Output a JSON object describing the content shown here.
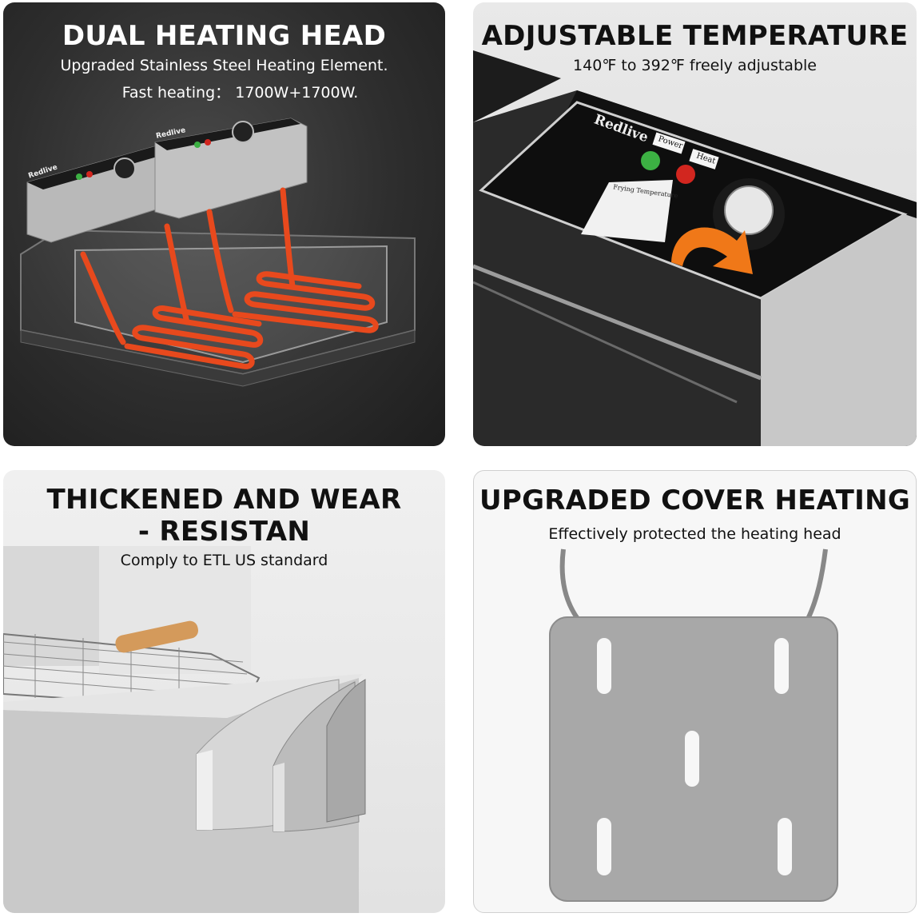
{
  "panels": [
    {
      "title": "DUAL HEATING HEAD",
      "line1": "Upgraded Stainless Steel Heating Element.",
      "line2": "Fast heating： 1700W+1700W.",
      "brand": "Redlive",
      "coil_color": "#e8491d"
    },
    {
      "title": "ADJUSTABLE TEMPERATURE",
      "line1": "140℉ to 392℉ freely adjustable",
      "brand": "Redlive",
      "power_label": "Power",
      "heat_label": "Heat",
      "table_title": "Frying Temperature",
      "accent_color": "#f07818"
    },
    {
      "title_line1": "THICKENED AND WEAR",
      "title_line2": "- RESISTAN",
      "line1": "Comply to ETL US standard"
    },
    {
      "title": "UPGRADED COVER HEATING",
      "line1": "Effectively protected the heating head"
    }
  ]
}
